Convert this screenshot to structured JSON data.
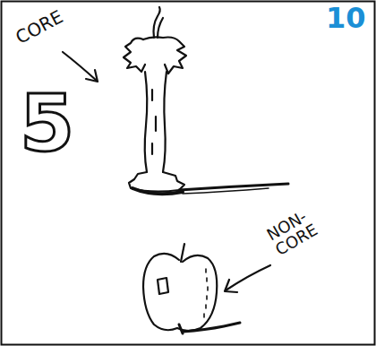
{
  "diagram": {
    "labels": [
      "10",
      "CORE",
      "5",
      "NON- CORE"
    ]
  }
}
